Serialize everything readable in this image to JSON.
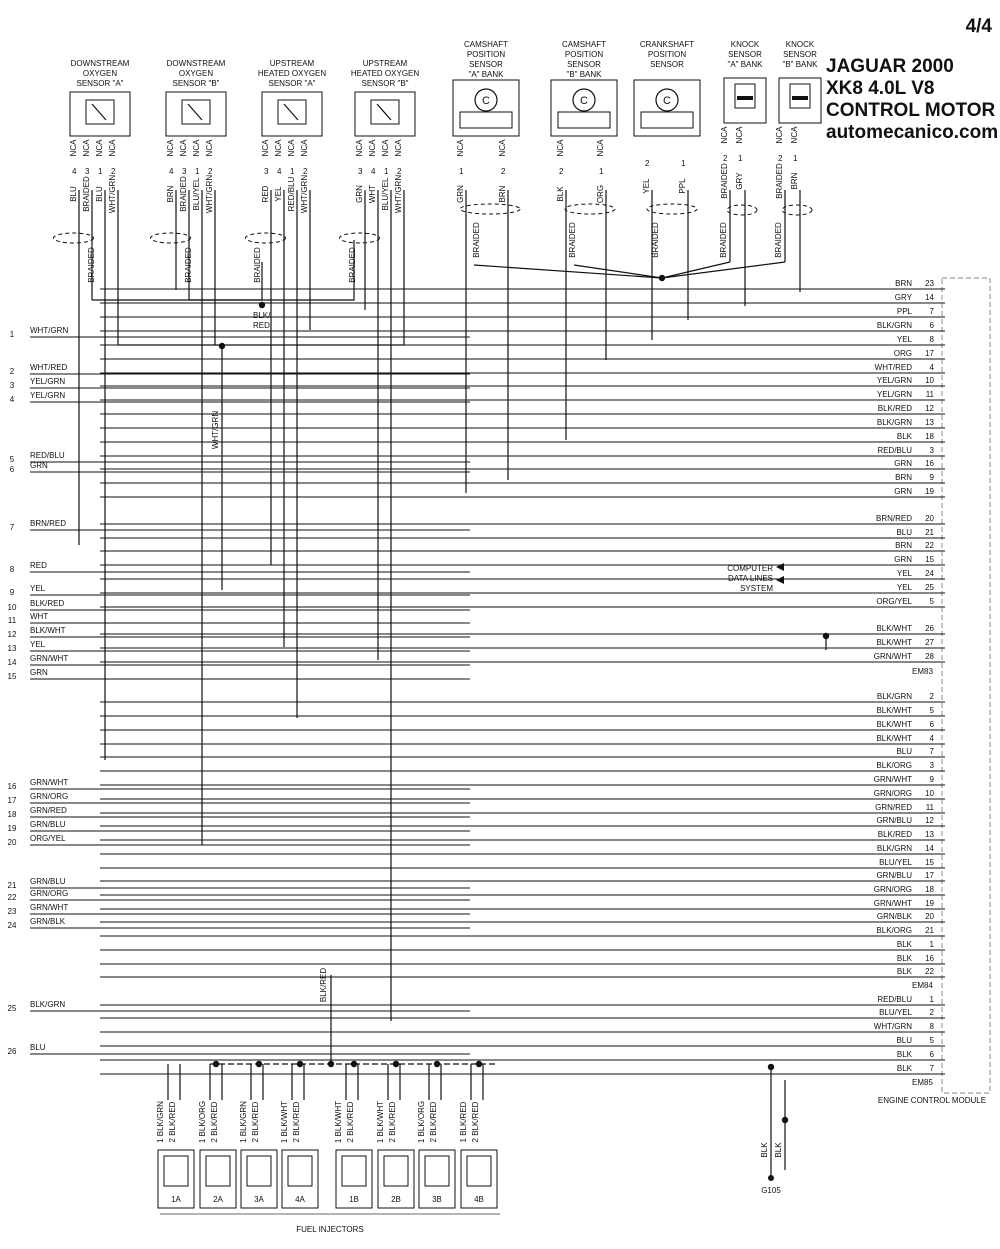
{
  "page_number": "4/4",
  "title": {
    "line1": "JAGUAR 2000",
    "line2": "XK8 4.0L V8",
    "line3": "CONTROL MOTOR",
    "site": "automecanico.com"
  },
  "sensors": [
    {
      "id": "do2a",
      "lines": [
        "DOWNSTREAM",
        "OXYGEN",
        "SENSOR \"A\""
      ],
      "nca": [
        "NCA",
        "NCA",
        "NCA",
        "NCA"
      ],
      "pins": [
        "4",
        "3",
        "1",
        "2"
      ],
      "wires": [
        "BLU",
        "BRAIDED",
        "BLU",
        "WHT/GRN"
      ]
    },
    {
      "id": "do2b",
      "lines": [
        "DOWNSTREAM",
        "OXYGEN",
        "SENSOR \"B\""
      ],
      "nca": [
        "NCA",
        "NCA",
        "NCA",
        "NCA"
      ],
      "pins": [
        "4",
        "3",
        "1",
        "2"
      ],
      "wires": [
        "BRN",
        "BRAIDED",
        "BLU/YEL",
        "WHT/GRN"
      ]
    },
    {
      "id": "uo2a",
      "lines": [
        "UPSTREAM",
        "HEATED OXYGEN",
        "SENSOR \"A\""
      ],
      "nca": [
        "NCA",
        "NCA",
        "NCA",
        "NCA"
      ],
      "pins": [
        "3",
        "4",
        "1",
        "2"
      ],
      "wires": [
        "RED",
        "YEL",
        "RED/BLU",
        "WHT/GRN"
      ]
    },
    {
      "id": "uo2b",
      "lines": [
        "UPSTREAM",
        "HEATED OXYGEN",
        "SENSOR \"B\""
      ],
      "nca": [
        "NCA",
        "NCA",
        "NCA",
        "NCA"
      ],
      "pins": [
        "3",
        "4",
        "1",
        "2"
      ],
      "wires": [
        "GRN",
        "WHT",
        "BLU/YEL",
        "WHT/GRN"
      ]
    },
    {
      "id": "cmpa",
      "lines": [
        "CAMSHAFT",
        "POSITION",
        "SENSOR",
        "\"A\" BANK"
      ],
      "nca": [
        "NCA",
        "NCA"
      ],
      "pins": [
        "1",
        "2"
      ],
      "wires": [
        "GRN",
        "BRN"
      ]
    },
    {
      "id": "cmpb",
      "lines": [
        "CAMSHAFT",
        "POSITION",
        "SENSOR",
        "\"B\" BANK"
      ],
      "nca": [
        "NCA",
        "NCA"
      ],
      "pins": [
        "2",
        "1"
      ],
      "wires": [
        "BLK",
        "ORG"
      ]
    },
    {
      "id": "ckp",
      "lines": [
        "CRANKSHAFT",
        "POSITION",
        "SENSOR"
      ],
      "nca": [],
      "pins": [
        "2",
        "1"
      ],
      "wires": [
        "YEL",
        "PPL"
      ]
    },
    {
      "id": "ksa",
      "lines": [
        "KNOCK",
        "SENSOR",
        "\"A\" BANK"
      ],
      "nca": [
        "NCA",
        "NCA"
      ],
      "pins": [
        "2",
        "1"
      ],
      "wires": [
        "BRAIDED",
        "GRY"
      ]
    },
    {
      "id": "ksb",
      "lines": [
        "KNOCK",
        "SENSOR",
        "\"B\" BANK"
      ],
      "nca": [
        "NCA",
        "NCA"
      ],
      "pins": [
        "2",
        "1"
      ],
      "wires": [
        "BRAIDED",
        "BRN"
      ]
    }
  ],
  "braided_label": "BRAIDED",
  "splice_label": [
    "BLK/",
    "RED"
  ],
  "vertical_labels": {
    "wht_grn": "WHT/GRN",
    "blk_red": "BLK/RED"
  },
  "left_pins": [
    {
      "n": "1",
      "c": "WHT/GRN"
    },
    {
      "n": "2",
      "c": "WHT/RED"
    },
    {
      "n": "3",
      "c": "YEL/GRN"
    },
    {
      "n": "4",
      "c": "YEL/GRN"
    },
    {
      "n": "5",
      "c": "RED/BLU"
    },
    {
      "n": "6",
      "c": "GRN"
    },
    {
      "n": "7",
      "c": "BRN/RED"
    },
    {
      "n": "8",
      "c": "RED"
    },
    {
      "n": "9",
      "c": "YEL"
    },
    {
      "n": "10",
      "c": "BLK/RED"
    },
    {
      "n": "11",
      "c": "WHT"
    },
    {
      "n": "12",
      "c": "BLK/WHT"
    },
    {
      "n": "13",
      "c": "YEL"
    },
    {
      "n": "14",
      "c": "GRN/WHT"
    },
    {
      "n": "15",
      "c": "GRN"
    },
    {
      "n": "16",
      "c": "GRN/WHT"
    },
    {
      "n": "17",
      "c": "GRN/ORG"
    },
    {
      "n": "18",
      "c": "GRN/RED"
    },
    {
      "n": "19",
      "c": "GRN/BLU"
    },
    {
      "n": "20",
      "c": "ORG/YEL"
    },
    {
      "n": "21",
      "c": "GRN/BLU"
    },
    {
      "n": "22",
      "c": "GRN/ORG"
    },
    {
      "n": "23",
      "c": "GRN/WHT"
    },
    {
      "n": "24",
      "c": "GRN/BLK"
    },
    {
      "n": "25",
      "c": "BLK/GRN"
    },
    {
      "n": "26",
      "c": "BLU"
    }
  ],
  "ecm_pins": [
    {
      "c": "BRN",
      "n": "23"
    },
    {
      "c": "GRY",
      "n": "14"
    },
    {
      "c": "PPL",
      "n": "7"
    },
    {
      "c": "BLK/GRN",
      "n": "6"
    },
    {
      "c": "YEL",
      "n": "8"
    },
    {
      "c": "ORG",
      "n": "17"
    },
    {
      "c": "WHT/RED",
      "n": "4"
    },
    {
      "c": "YEL/GRN",
      "n": "10"
    },
    {
      "c": "YEL/GRN",
      "n": "11"
    },
    {
      "c": "BLK/RED",
      "n": "12"
    },
    {
      "c": "BLK/GRN",
      "n": "13"
    },
    {
      "c": "BLK",
      "n": "18"
    },
    {
      "c": "RED/BLU",
      "n": "3"
    },
    {
      "c": "GRN",
      "n": "16"
    },
    {
      "c": "BRN",
      "n": "9"
    },
    {
      "c": "GRN",
      "n": "19"
    },
    {
      "c": "BRN/RED",
      "n": "20"
    },
    {
      "c": "BLU",
      "n": "21"
    },
    {
      "c": "BRN",
      "n": "22"
    },
    {
      "c": "GRN",
      "n": "15"
    },
    {
      "c": "YEL",
      "n": "24"
    },
    {
      "c": "YEL",
      "n": "25"
    },
    {
      "c": "ORG/YEL",
      "n": "5"
    },
    {
      "c": "BLK/WHT",
      "n": "26"
    },
    {
      "c": "BLK/WHT",
      "n": "27"
    },
    {
      "c": "GRN/WHT",
      "n": "28"
    },
    {
      "c": "BLK/GRN",
      "n": "2"
    },
    {
      "c": "BLK/WHT",
      "n": "5"
    },
    {
      "c": "BLK/WHT",
      "n": "6"
    },
    {
      "c": "BLK/WHT",
      "n": "4"
    },
    {
      "c": "BLU",
      "n": "7"
    },
    {
      "c": "BLK/ORG",
      "n": "3"
    },
    {
      "c": "GRN/WHT",
      "n": "9"
    },
    {
      "c": "GRN/ORG",
      "n": "10"
    },
    {
      "c": "GRN/RED",
      "n": "11"
    },
    {
      "c": "GRN/BLU",
      "n": "12"
    },
    {
      "c": "BLK/RED",
      "n": "13"
    },
    {
      "c": "BLK/GRN",
      "n": "14"
    },
    {
      "c": "BLU/YEL",
      "n": "15"
    },
    {
      "c": "GRN/BLU",
      "n": "17"
    },
    {
      "c": "GRN/ORG",
      "n": "18"
    },
    {
      "c": "GRN/WHT",
      "n": "19"
    },
    {
      "c": "GRN/BLK",
      "n": "20"
    },
    {
      "c": "BLK/ORG",
      "n": "21"
    },
    {
      "c": "BLK",
      "n": "1"
    },
    {
      "c": "BLK",
      "n": "16"
    },
    {
      "c": "BLK",
      "n": "22"
    },
    {
      "c": "RED/BLU",
      "n": "1"
    },
    {
      "c": "BLU/YEL",
      "n": "2"
    },
    {
      "c": "WHT/GRN",
      "n": "8"
    },
    {
      "c": "BLU",
      "n": "5"
    },
    {
      "c": "BLK",
      "n": "6"
    },
    {
      "c": "BLK",
      "n": "7"
    }
  ],
  "connectors": [
    "EM83",
    "EM84",
    "EM85"
  ],
  "computer_data_lines": [
    "COMPUTER",
    "DATA LINES",
    "SYSTEM"
  ],
  "ecm_label": "ENGINE CONTROL MODULE",
  "injectors": [
    {
      "id": "1A",
      "w1": "BLK/GRN",
      "w2": "BLK/RED"
    },
    {
      "id": "2A",
      "w1": "BLK/ORG",
      "w2": "BLK/RED"
    },
    {
      "id": "3A",
      "w1": "BLK/GRN",
      "w2": "BLK/RED"
    },
    {
      "id": "4A",
      "w1": "BLK/WHT",
      "w2": "BLK/RED"
    },
    {
      "id": "1B",
      "w1": "BLK/WHT",
      "w2": "BLK/RED"
    },
    {
      "id": "2B",
      "w1": "BLK/WHT",
      "w2": "BLK/RED"
    },
    {
      "id": "3B",
      "w1": "BLK/ORG",
      "w2": "BLK/RED"
    },
    {
      "id": "4B",
      "w1": "BLK/RED",
      "w2": "BLK/RED"
    }
  ],
  "injector_pin_nums": [
    "1",
    "2"
  ],
  "injector_group_label": "FUEL INJECTORS",
  "ground": {
    "wire": "BLK",
    "label": "G105"
  }
}
